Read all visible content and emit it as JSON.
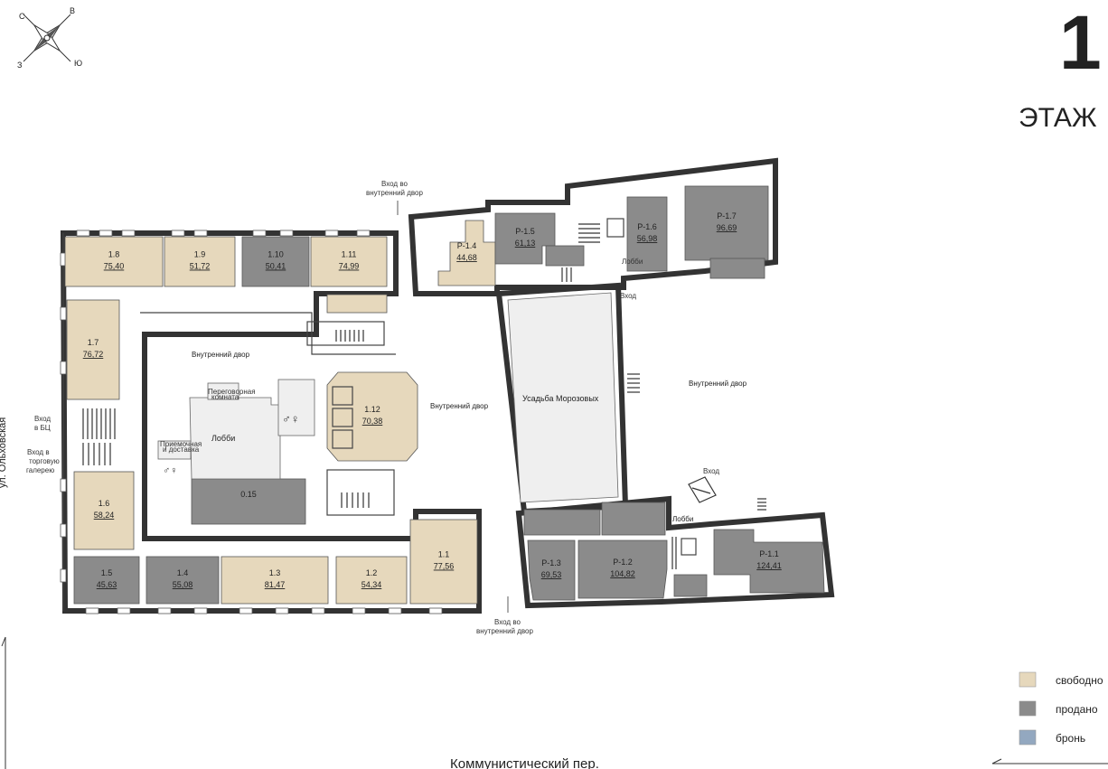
{
  "compass": {
    "letters": [
      "С",
      "В",
      "Ю",
      "З"
    ]
  },
  "floor": {
    "number": "1",
    "word": "ЭТАЖ"
  },
  "colors": {
    "free": "#e6d8bc",
    "sold": "#8b8b8b",
    "reserved": "#93a8c0"
  },
  "legend": [
    {
      "key": "free",
      "label": "свободно"
    },
    {
      "key": "sold",
      "label": "продано"
    },
    {
      "key": "reserved",
      "label": "бронь"
    }
  ],
  "street_bottom": "Коммунистический пер.",
  "street_left": "ул. Ольховская",
  "units": [
    {
      "id": "1.8",
      "area": "75,40",
      "status": "free"
    },
    {
      "id": "1.9",
      "area": "51,72",
      "status": "free"
    },
    {
      "id": "1.10",
      "area": "50,41",
      "status": "sold"
    },
    {
      "id": "1.11",
      "area": "74,99",
      "status": "free"
    },
    {
      "id": "1.7",
      "area": "76,72",
      "status": "free"
    },
    {
      "id": "1.6",
      "area": "58,24",
      "status": "free"
    },
    {
      "id": "1.5",
      "area": "45,63",
      "status": "sold"
    },
    {
      "id": "1.4",
      "area": "55,08",
      "status": "sold"
    },
    {
      "id": "1.3",
      "area": "81,47",
      "status": "free"
    },
    {
      "id": "1.2",
      "area": "54,34",
      "status": "free"
    },
    {
      "id": "1.1",
      "area": "77,56",
      "status": "free"
    },
    {
      "id": "1.12",
      "area": "70,38",
      "status": "free"
    },
    {
      "id": "0.15",
      "area": "",
      "status": "sold"
    },
    {
      "id": "Р-1.4",
      "area": "44,68",
      "status": "free"
    },
    {
      "id": "Р-1.5",
      "area": "61,13",
      "status": "sold"
    },
    {
      "id": "Р-1.6",
      "area": "56,98",
      "status": "sold"
    },
    {
      "id": "Р-1.7",
      "area": "96,69",
      "status": "sold"
    },
    {
      "id": "Р-1.3",
      "area": "69,53",
      "status": "sold"
    },
    {
      "id": "Р-1.2",
      "area": "104,82",
      "status": "sold"
    },
    {
      "id": "Р-1.1",
      "area": "124,41",
      "status": "sold"
    }
  ],
  "labels": {
    "entrance_courtyard_top": [
      "Вход во",
      "внутренний двор"
    ],
    "entrance_courtyard_bottom": [
      "Вход во",
      "внутренний двор"
    ],
    "entrance_bc": [
      "Вход",
      "в БЦ"
    ],
    "entrance_gallery": [
      "Вход в",
      "торговую",
      "галерею"
    ],
    "courtyard_left": "Внутренний двор",
    "courtyard_mid": "Внутренний двор",
    "courtyard_right": "Внутренний двор",
    "lobby_left": "Лобби",
    "lobby_right": "Лобби",
    "lobby_small": "Лобби",
    "entrance_right_top": "Вход",
    "entrance_right_bottom": "Вход",
    "estate": "Усадьба Морозовых",
    "negotiation": [
      "Переговорная",
      "комната"
    ],
    "delivery": [
      "Приемочная",
      "и доставка"
    ]
  }
}
